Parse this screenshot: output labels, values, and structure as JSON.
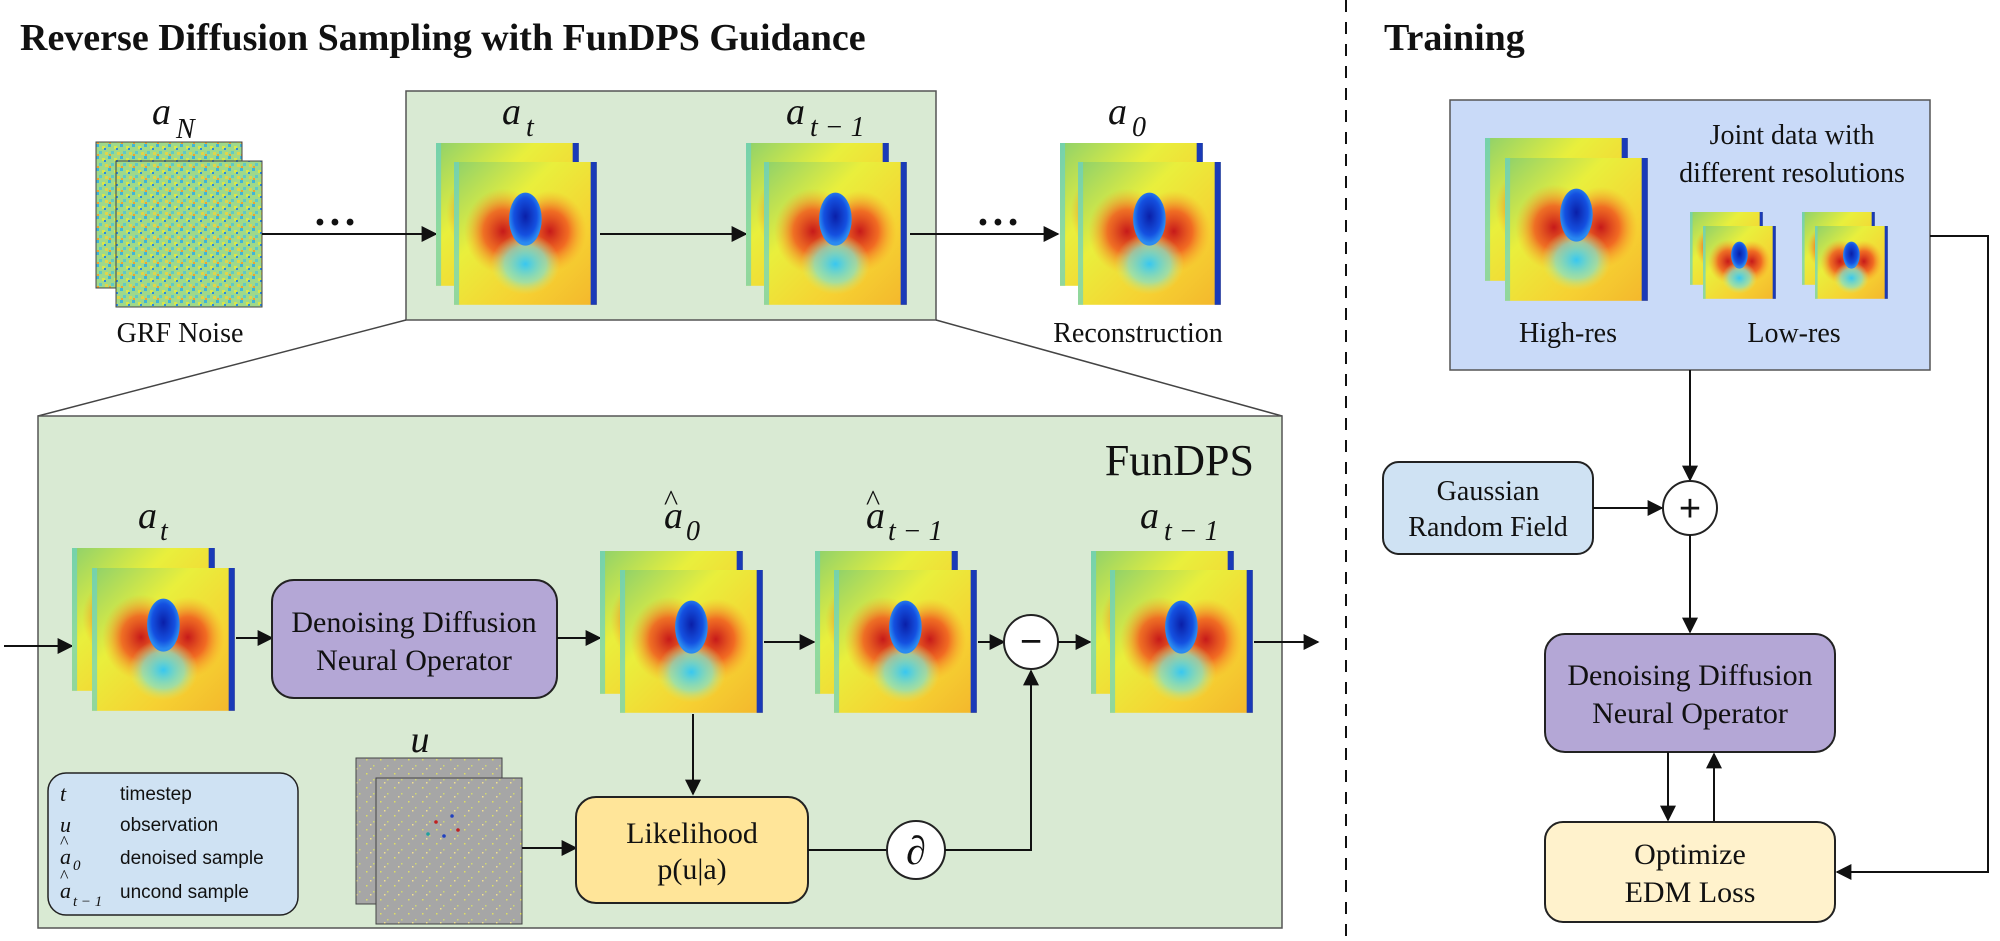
{
  "left_panel": {
    "title": "Reverse Diffusion Sampling with FunDPS Guidance",
    "top_row": {
      "aN_label": "a",
      "aN_sub": "N",
      "at_label": "a",
      "at_sub": "t",
      "atm1_label": "a",
      "atm1_sub": "t − 1",
      "a0_label": "a",
      "a0_sub": "0",
      "grf_caption": "GRF Noise",
      "recon_caption": "Reconstruction",
      "ellipsis": "• • •"
    },
    "fundps": {
      "title": "FunDPS",
      "at_label": "a",
      "at_sub": "t",
      "a0hat_label": "a",
      "a0hat_sub": "0",
      "atm1hat_label": "a",
      "atm1hat_sub": "t − 1",
      "atm1_label": "a",
      "atm1_sub": "t − 1",
      "u_label": "u",
      "ddno_line1": "Denoising Diffusion",
      "ddno_line2": "Neural Operator",
      "lik_line1": "Likelihood",
      "lik_line2": "p(u|a)",
      "minus_symbol": "−",
      "partial_symbol": "∂",
      "legend": [
        {
          "sym": "t",
          "sub": "",
          "desc": "timestep"
        },
        {
          "sym": "u",
          "sub": "",
          "desc": "observation"
        },
        {
          "sym": "a",
          "sub": "0",
          "desc": "denoised sample"
        },
        {
          "sym": "a",
          "sub": "t − 1",
          "desc": "uncond sample"
        }
      ]
    }
  },
  "right_panel": {
    "title": "Training",
    "joint_line1": "Joint data with",
    "joint_line2": "different resolutions",
    "highres_caption": "High-res",
    "lowres_caption": "Low-res",
    "grf_line1": "Gaussian",
    "grf_line2": "Random Field",
    "plus_symbol": "+",
    "ddno_line1": "Denoising Diffusion",
    "ddno_line2": "Neural Operator",
    "opt_line1": "Optimize",
    "opt_line2": "EDM Loss"
  },
  "colors": {
    "green_panel": "#d9ead3",
    "blue_panel": "#c9daf8",
    "purple_box": "#b4a7d6",
    "yellow_box": "#ffe599",
    "cream_box": "#fff2cc",
    "light_blue_box": "#cfe2f3",
    "legend_bg": "#cfe2f3"
  }
}
